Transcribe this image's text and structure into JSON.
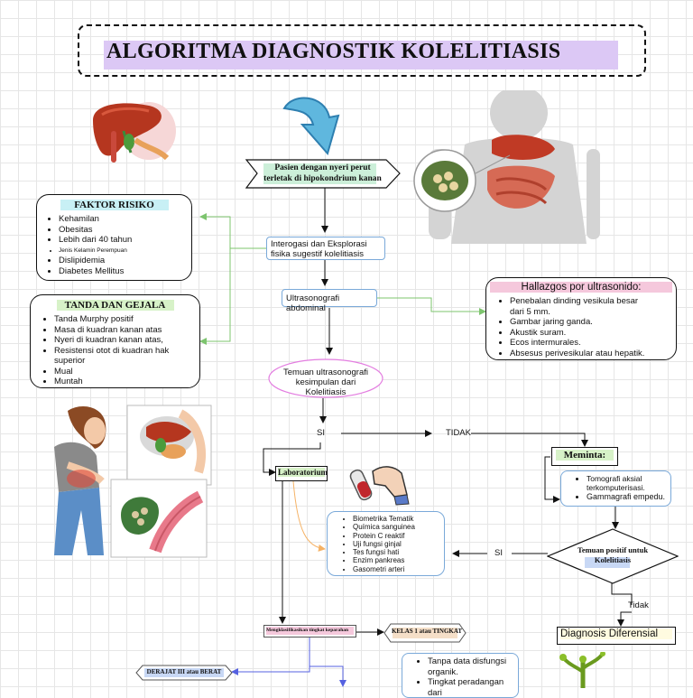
{
  "title": "ALGORITMA DIAGNOSTIK KOLELITIASIS",
  "start_node": {
    "line1": "Pasien dengan nyeri perut",
    "line2": "terletak di hipokondrium kanan"
  },
  "faktor_risiko": {
    "title": "FAKTOR RISIKO",
    "items": [
      "Kehamilan",
      "Obesitas",
      "Lebih dari 40 tahun",
      "Jenis Kelamin Perempuan",
      "Dislipidemia",
      "Diabetes Mellitus"
    ]
  },
  "tanda_gejala": {
    "title": "TANDA DAN GEJALA",
    "items": [
      "Tanda Murphy positif",
      "Masa di kuadran kanan atas",
      "Nyeri di kuadran kanan atas,",
      "Resistensi otot di kuadran hak superior",
      "Mual",
      "Muntah"
    ]
  },
  "interogasi": {
    "line1": "Interogasi dan Eksplorasi",
    "line2": "fisika sugestif kolelitiasis"
  },
  "usg": "Ultrasonografi abdominal",
  "hallazgos": {
    "title": "Hallazgos por ultrasonido:",
    "items": [
      "Penebalan dinding vesikula besar dari 5 mm.",
      "Gambar  jaring  ganda.",
      "Akustik suram.",
      "Ecos intermurales.",
      "Absesus perivesikular atau hepatik."
    ]
  },
  "temuan_usg": {
    "line1": "Temuan ultrasonografi",
    "line2": "kesimpulan dari Kolelitiasis"
  },
  "si_label": "SI",
  "tidak_label": "TIDAK",
  "meminta": "Meminta:",
  "meminta_items": [
    "Tomografi aksial terkomputerisasi.",
    "Gammagrafi empedu."
  ],
  "laboratorium": "Laboratorium",
  "lab_items": [
    "Biometrika Tematik",
    "Química sanguinea",
    "Protein C reaktif",
    "Uji fungsi ginjal",
    "Tes fungsi hati",
    "Enzim pankreas",
    "Gasometri arteri"
  ],
  "temuan_positif": {
    "line1": "Temuan positif untuk",
    "line2": "Kolelitiasis"
  },
  "si_label_2": "SI",
  "tidak_label_2": "Tidak",
  "diagnosis_diferensial": "Diagnosis Diferensial",
  "klasifikasi": "Mengklasifikasikan tingkat keparahan",
  "kelas": "KELAS 1 atau TINGKAT",
  "derajat": "DERAJAT III atau BERAT",
  "kelas_items": [
    "Tanpa data disfungsi organik.",
    "Tingkat peradangan dari"
  ],
  "colors": {
    "title_band": "#dcc8f5",
    "card_title_band": "#c8f0f5",
    "green_arrow": "#7dc46e",
    "orange_arrow": "#f5b265",
    "blue_arrow": "#5561e0",
    "pink_ellipse": "#e37de0",
    "hallazgos_band": "#f5c8dc"
  }
}
